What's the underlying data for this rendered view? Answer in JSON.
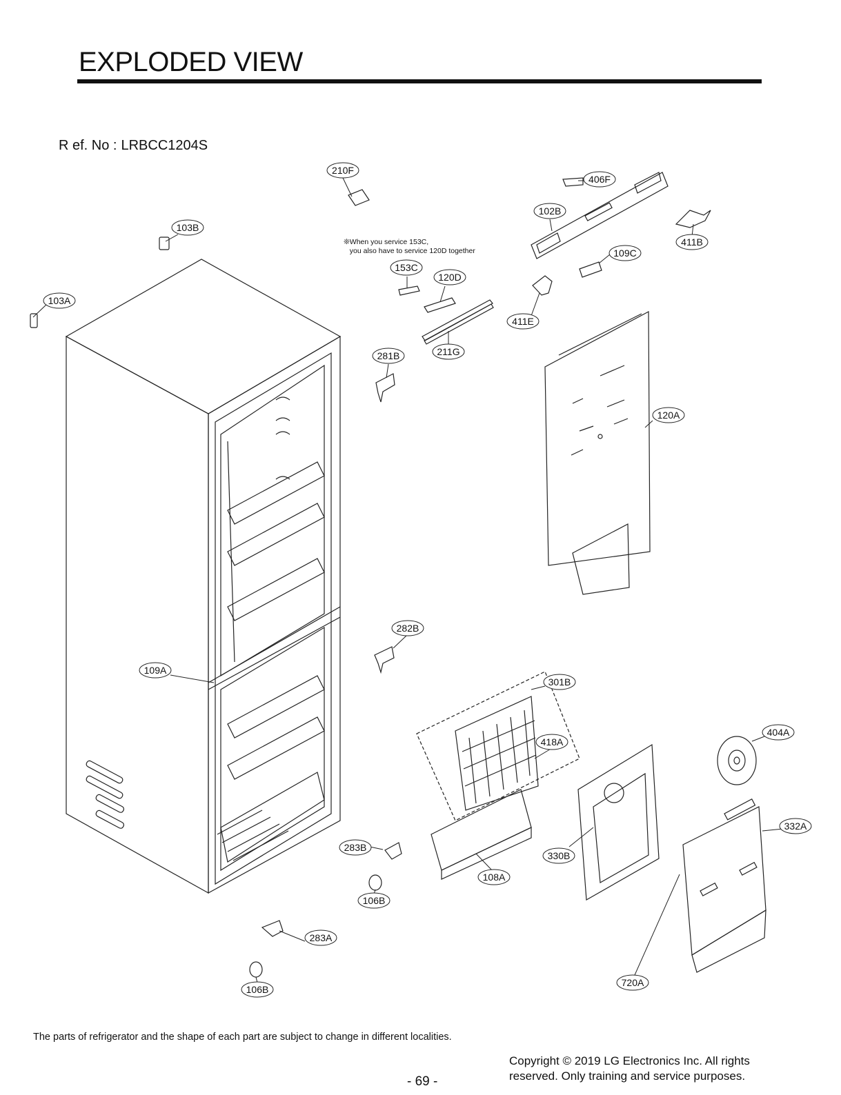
{
  "header": {
    "title": "EXPLODED VIEW"
  },
  "ref": {
    "label": "R ef.  No :",
    "model": "LRBCC1204S"
  },
  "service_note": "❊When you service 153C,\n   you also have to service 120D together",
  "callouts": [
    {
      "id": "210F"
    },
    {
      "id": "406F"
    },
    {
      "id": "102B"
    },
    {
      "id": "411B"
    },
    {
      "id": "103B"
    },
    {
      "id": "109C"
    },
    {
      "id": "153C"
    },
    {
      "id": "120D"
    },
    {
      "id": "103A"
    },
    {
      "id": "411E"
    },
    {
      "id": "281B"
    },
    {
      "id": "211G"
    },
    {
      "id": "120A"
    },
    {
      "id": "282B"
    },
    {
      "id": "109A"
    },
    {
      "id": "301B"
    },
    {
      "id": "404A"
    },
    {
      "id": "418A"
    },
    {
      "id": "332A"
    },
    {
      "id": "283B"
    },
    {
      "id": "330B"
    },
    {
      "id": "108A"
    },
    {
      "id": "106B"
    },
    {
      "id": "283A"
    },
    {
      "id": "720A"
    },
    {
      "id": "106B"
    }
  ],
  "footer": {
    "note": "The parts of refrigerator and the shape of each part are subject to change in different localities.",
    "copyright": "Copyright © 2019 LG Electronics Inc. All rights\nreserved. Only training and service purposes.",
    "page_number": "- 69 -"
  }
}
